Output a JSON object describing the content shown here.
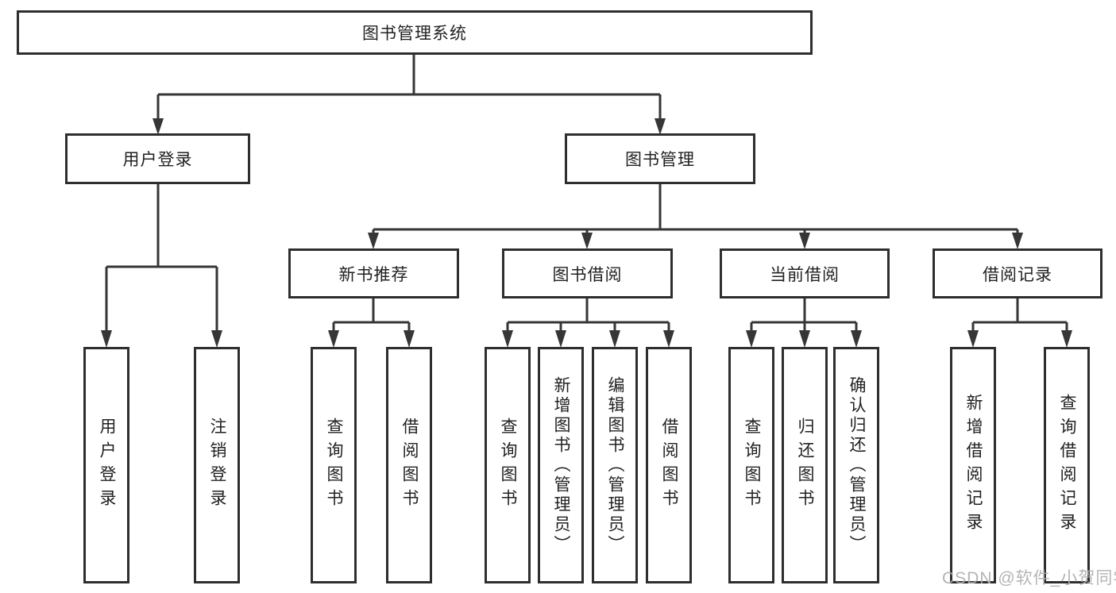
{
  "page": {
    "background": "#ffffff",
    "watermark": "CSDN @软件_小贺同学"
  },
  "colors": {
    "line": "#363636",
    "box_border": "#2e2e2e",
    "text": "#212121",
    "watermark_text": "#aeaeae"
  },
  "tree": {
    "root_label": "图书管理系统",
    "branches": [
      {
        "label": "用户登录",
        "children": [
          {
            "label": "用户登录"
          },
          {
            "label": "注销登录"
          }
        ]
      },
      {
        "label": "图书管理",
        "children": [
          {
            "label": "新书推荐",
            "children": [
              {
                "label": "查询图书"
              },
              {
                "label": "借阅图书"
              }
            ]
          },
          {
            "label": "图书借阅",
            "children": [
              {
                "label": "查询图书"
              },
              {
                "label": "新增图书（管理员）"
              },
              {
                "label": "编辑图书（管理员）"
              },
              {
                "label": "借阅图书"
              }
            ]
          },
          {
            "label": "当前借阅",
            "children": [
              {
                "label": "查询图书"
              },
              {
                "label": "归还图书"
              },
              {
                "label": "确认归还（管理员）"
              }
            ]
          },
          {
            "label": "借阅记录",
            "children": [
              {
                "label": "新增借阅记录"
              },
              {
                "label": "查询借阅记录"
              }
            ]
          }
        ]
      }
    ]
  }
}
